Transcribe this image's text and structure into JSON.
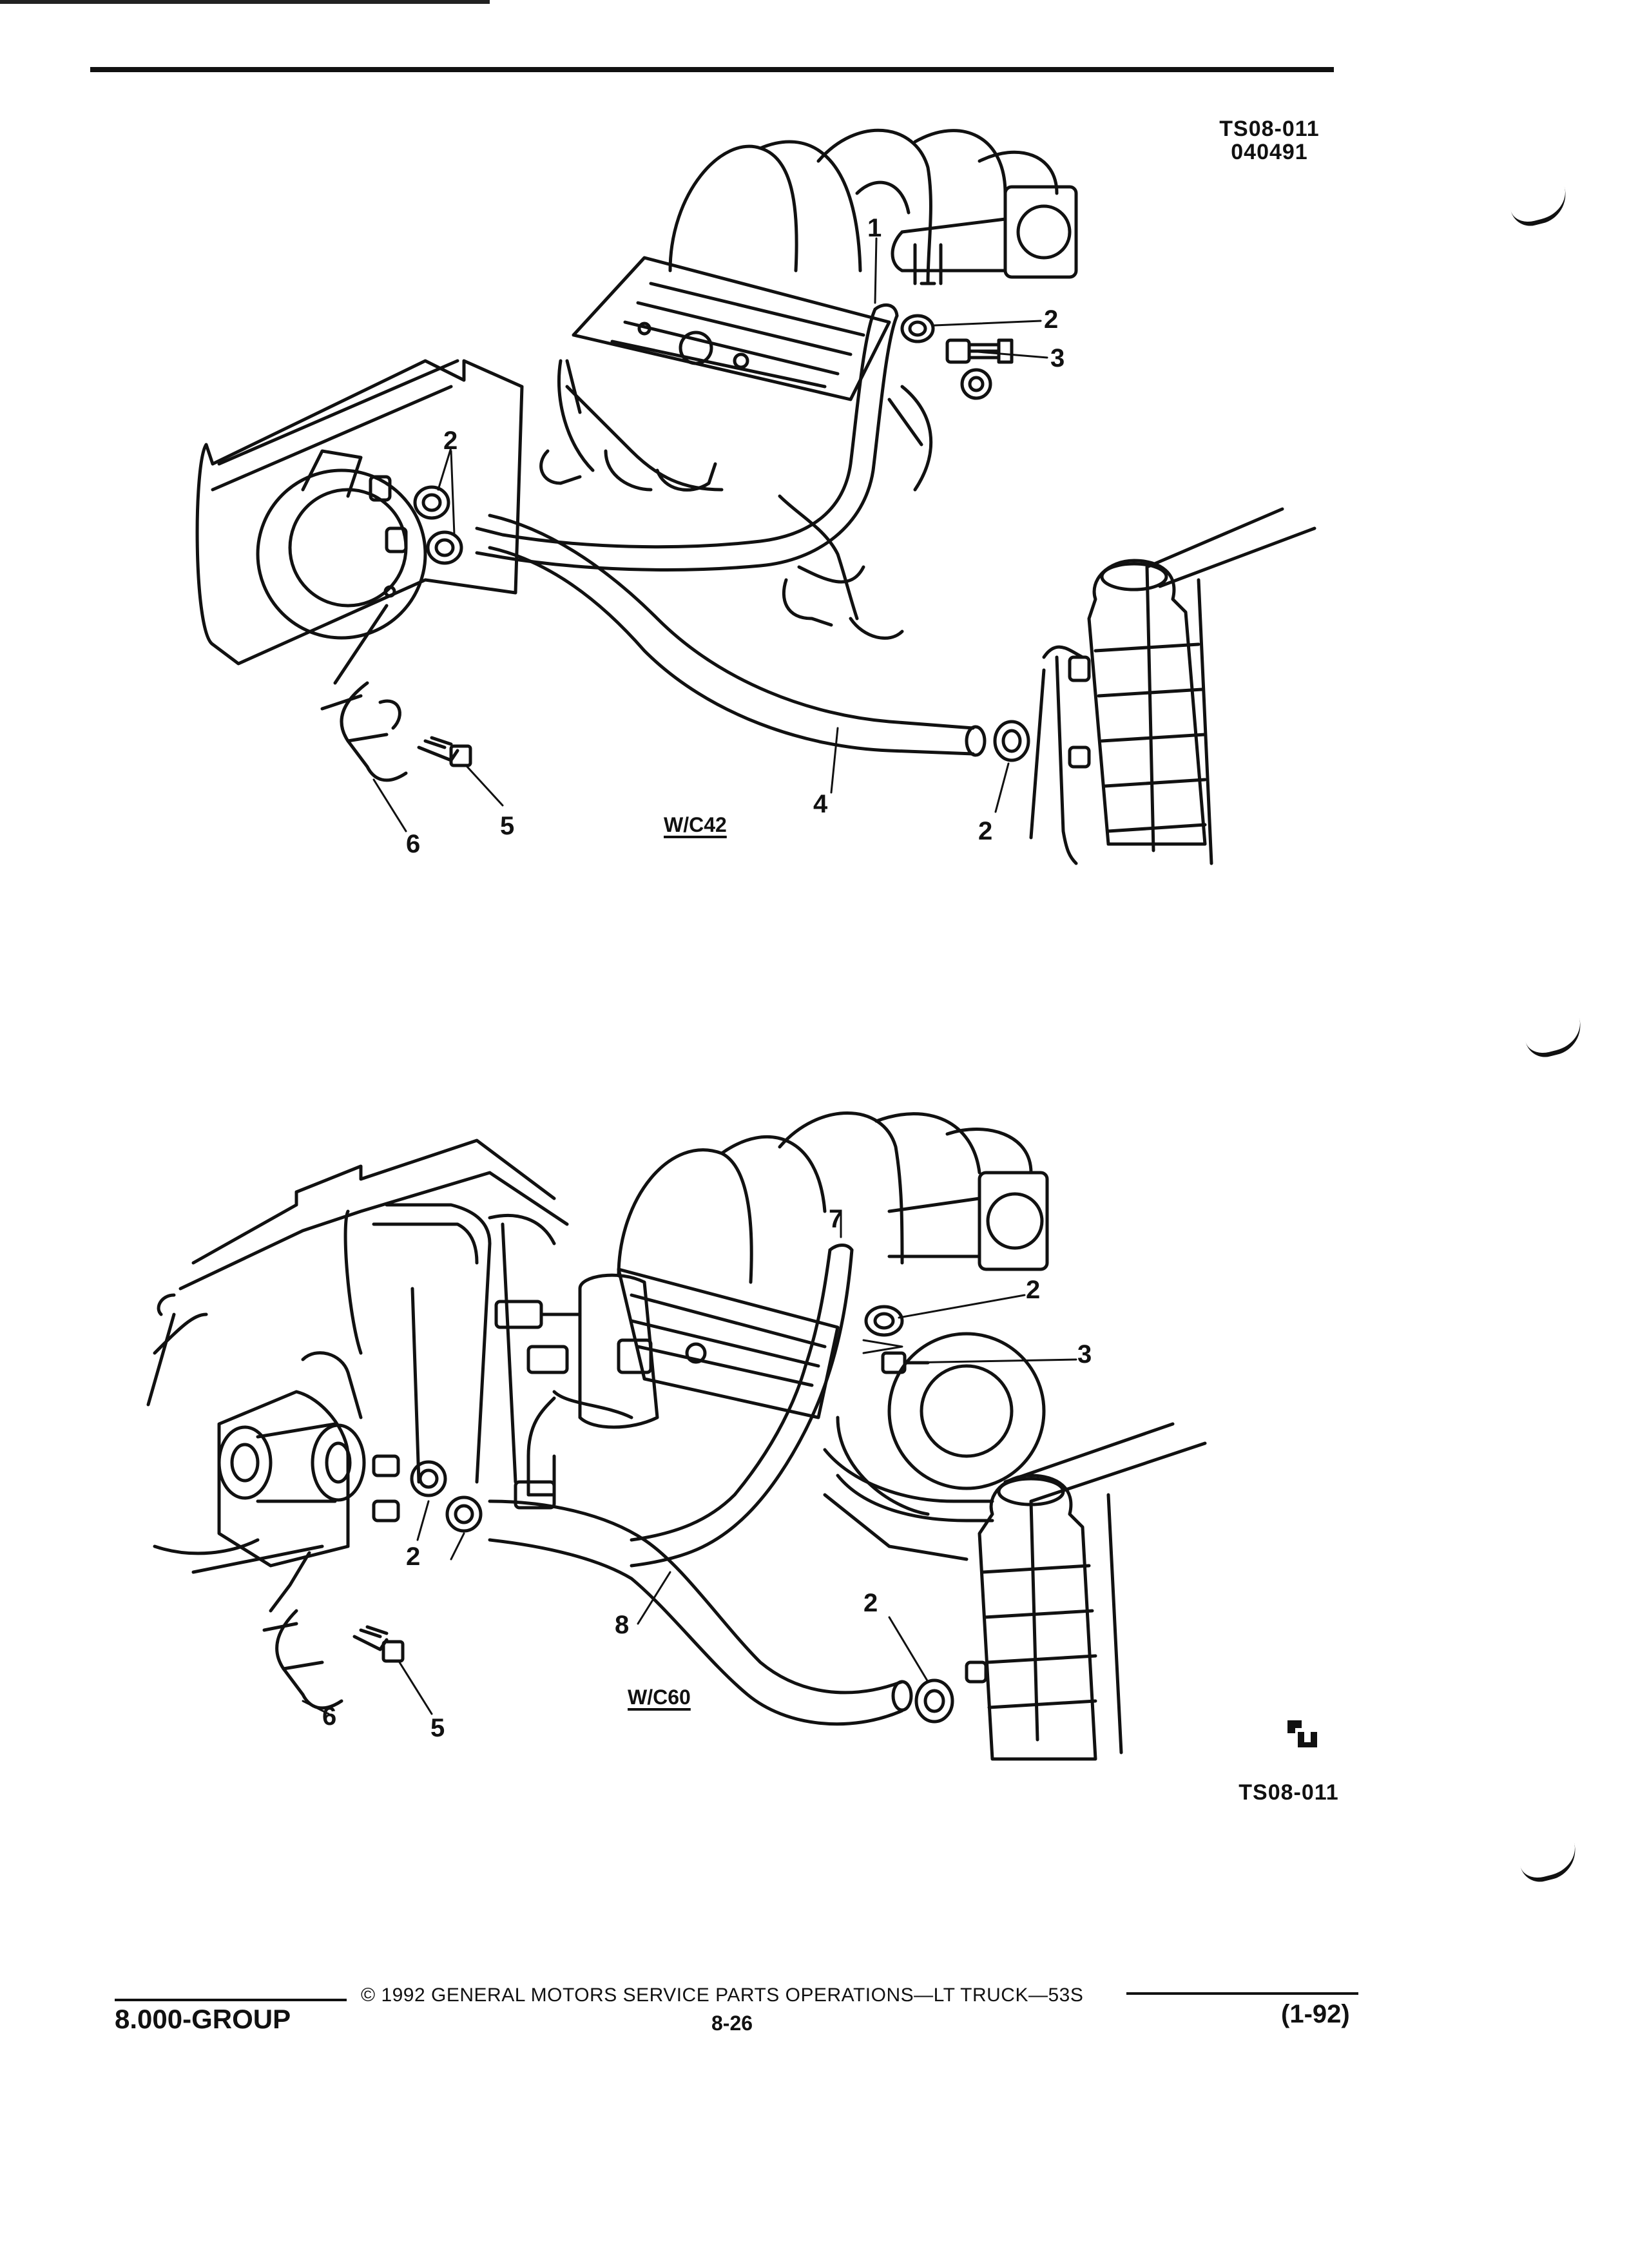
{
  "header": {
    "figure_code": "TS08-011",
    "figure_date": "040491"
  },
  "diagram_top": {
    "variant": "W/C42",
    "callouts": [
      "1",
      "2",
      "3",
      "2",
      "2",
      "4",
      "2",
      "5",
      "6"
    ]
  },
  "diagram_bottom": {
    "variant": "W/C60",
    "callouts": [
      "7",
      "2",
      "3",
      "2",
      "8",
      "2",
      "6",
      "5"
    ],
    "figure_code": "TS08-011",
    "logo_icon": "gm-spo-logo-icon"
  },
  "footer": {
    "group": "8.000-GROUP",
    "copyright": "© 1992 GENERAL MOTORS SERVICE PARTS OPERATIONS—LT TRUCK—53S",
    "page": "8-26",
    "date": "(1-92)"
  }
}
